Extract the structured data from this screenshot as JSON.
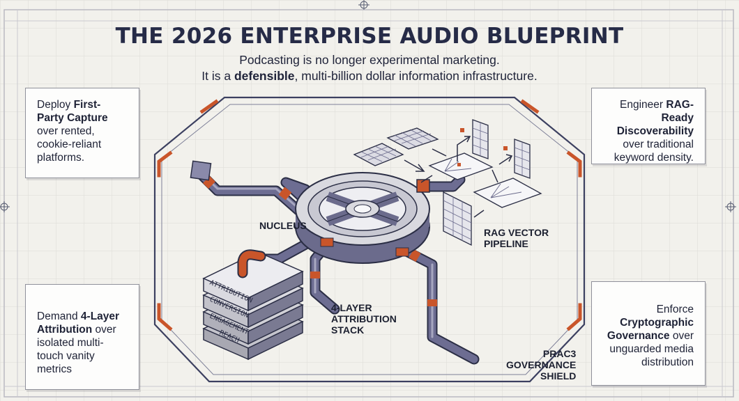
{
  "title": "THE 2026 ENTERPRISE AUDIO BLUEPRINT",
  "subtitle": {
    "line1": "Podcasting is no longer experimental marketing.",
    "line2_pre": "It is a ",
    "line2_bold": "defensible",
    "line2_post": ", multi-billion dollar information infrastructure."
  },
  "cards": {
    "top_left": {
      "pre": "Deploy ",
      "bold": "First-Party Capture",
      "post": " over rented, cookie-reliant platforms."
    },
    "top_right": {
      "pre": "Engineer ",
      "bold": "RAG-Ready Discoverability",
      "post": " over traditional keyword density."
    },
    "bottom_left": {
      "pre": "Demand ",
      "bold": "4-Layer Attribution",
      "post": " over isolated multi-touch vanity metrics"
    },
    "bottom_right": {
      "pre": "Enforce ",
      "bold": "Cryptographic Governance",
      "post": " over unguarded media distribution"
    }
  },
  "labels": {
    "nucleus": "NUCLEUS",
    "rag_pipeline": "RAG VECTOR\nPIPELINE",
    "attribution_stack": "4-LAYER\nATTRIBUTION\nSTACK",
    "governance": "PRAC3\nGOVERNANCE\nSHIELD"
  },
  "stack_layers": [
    "ATTRIBUTION",
    "CONVERSION",
    "ENGAGEMENT",
    "REACH"
  ],
  "colors": {
    "ink": "#262b47",
    "accent_orange": "#c9552a",
    "pipe_purple": "#6a6a8e",
    "background": "#f2f1ec"
  }
}
